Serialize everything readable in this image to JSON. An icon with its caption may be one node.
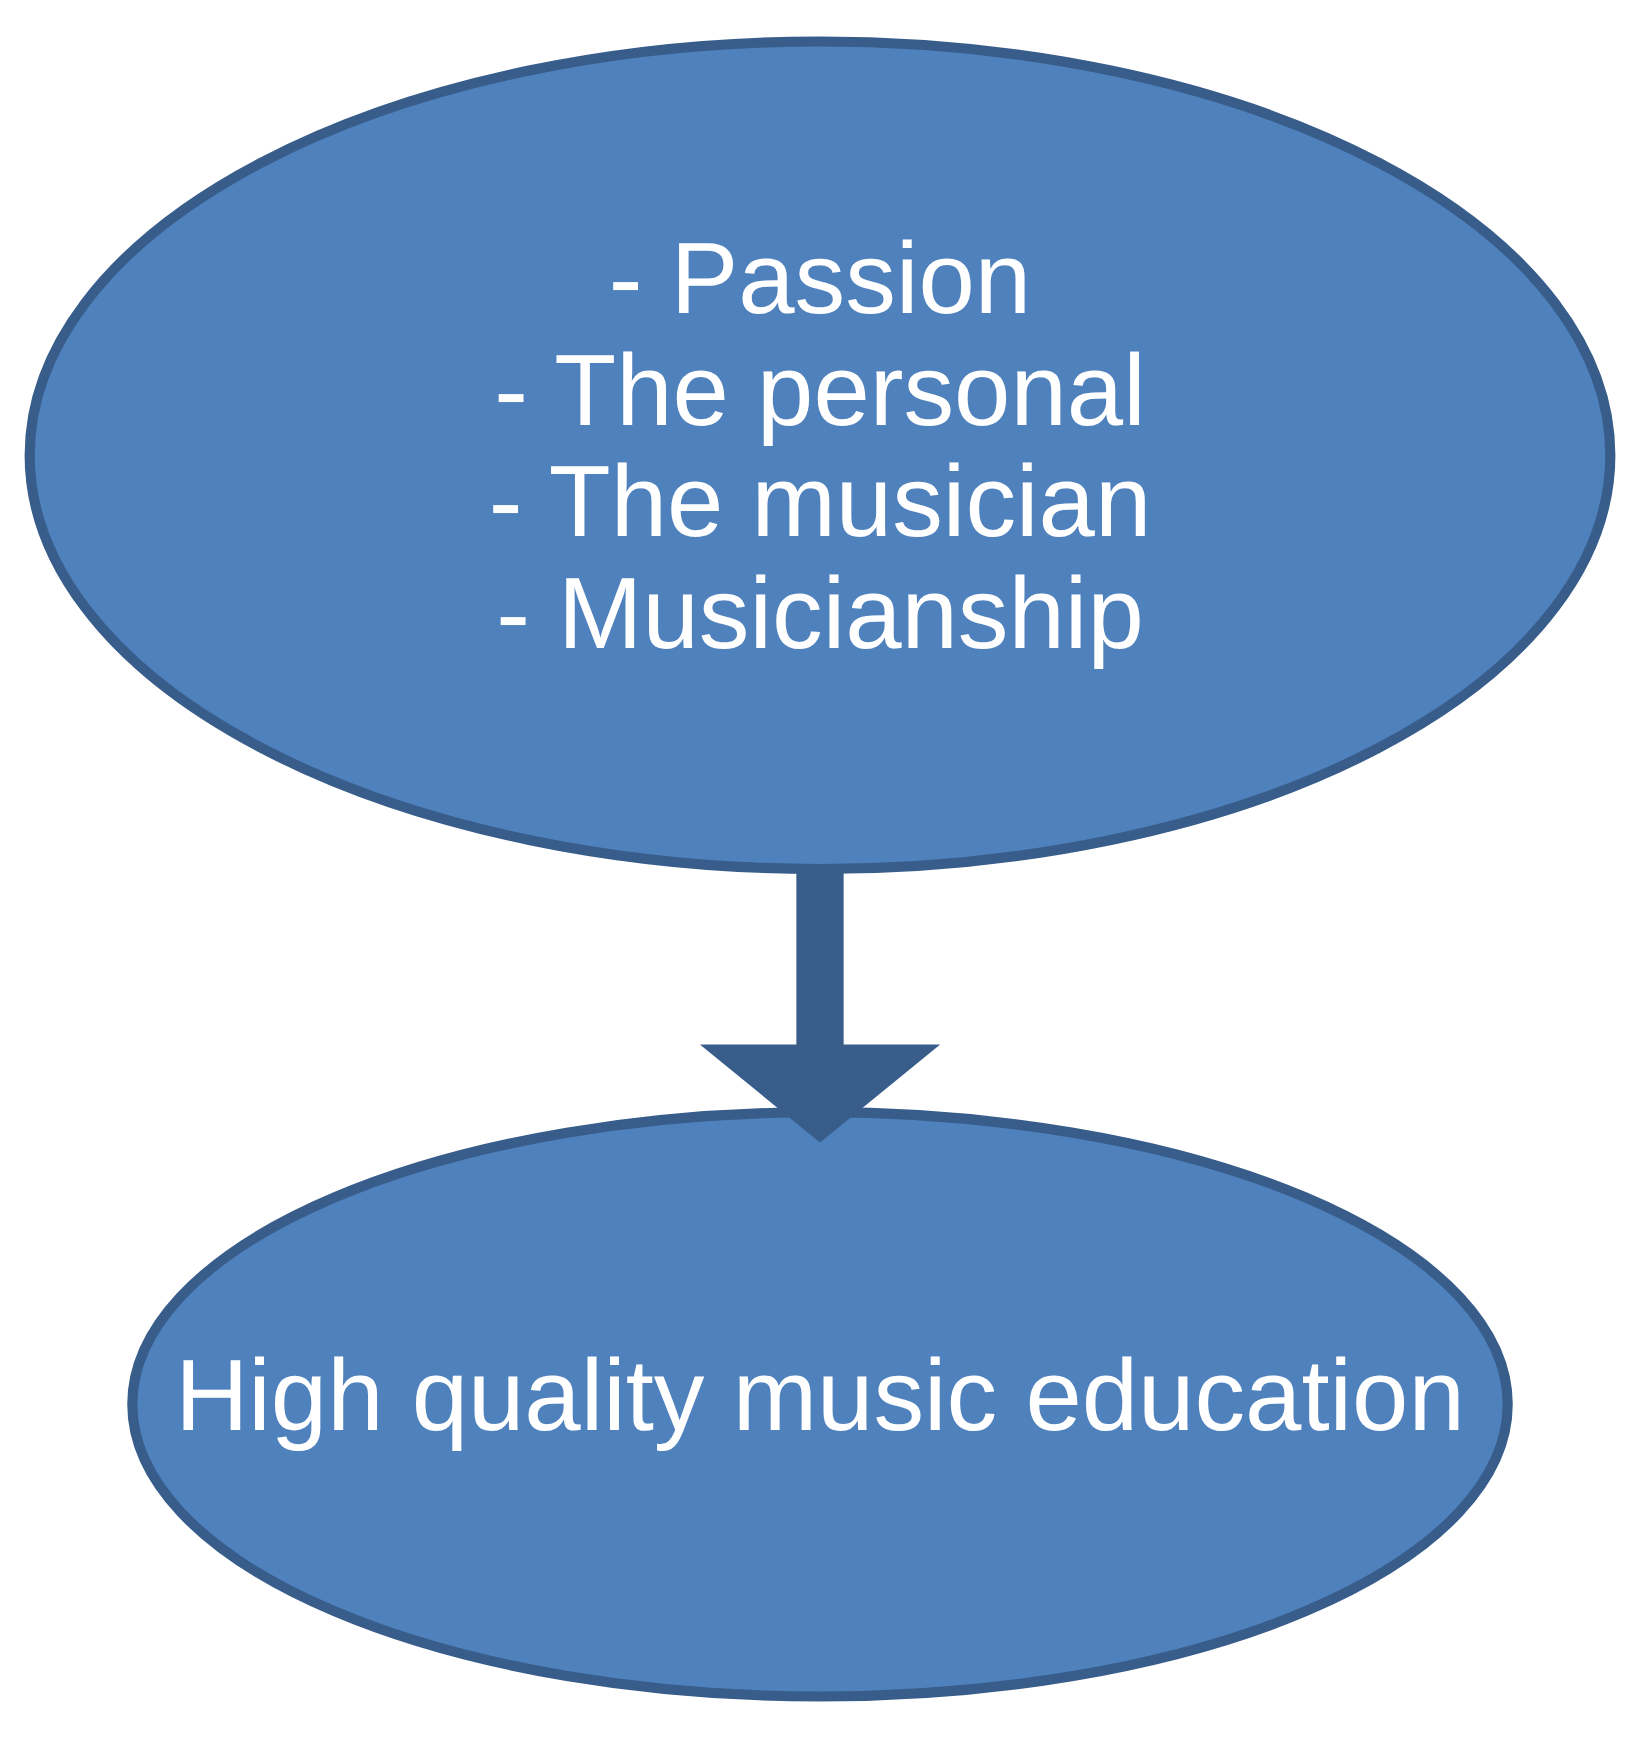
{
  "diagram": {
    "nodes": [
      {
        "text": [
          "- Passion",
          "- The personal",
          "- The musician",
          "- Musicianship"
        ]
      },
      {
        "text": [
          "High quality music education"
        ]
      }
    ],
    "edges": [
      {
        "from": 0,
        "to": 1,
        "arrow": "to"
      }
    ]
  }
}
